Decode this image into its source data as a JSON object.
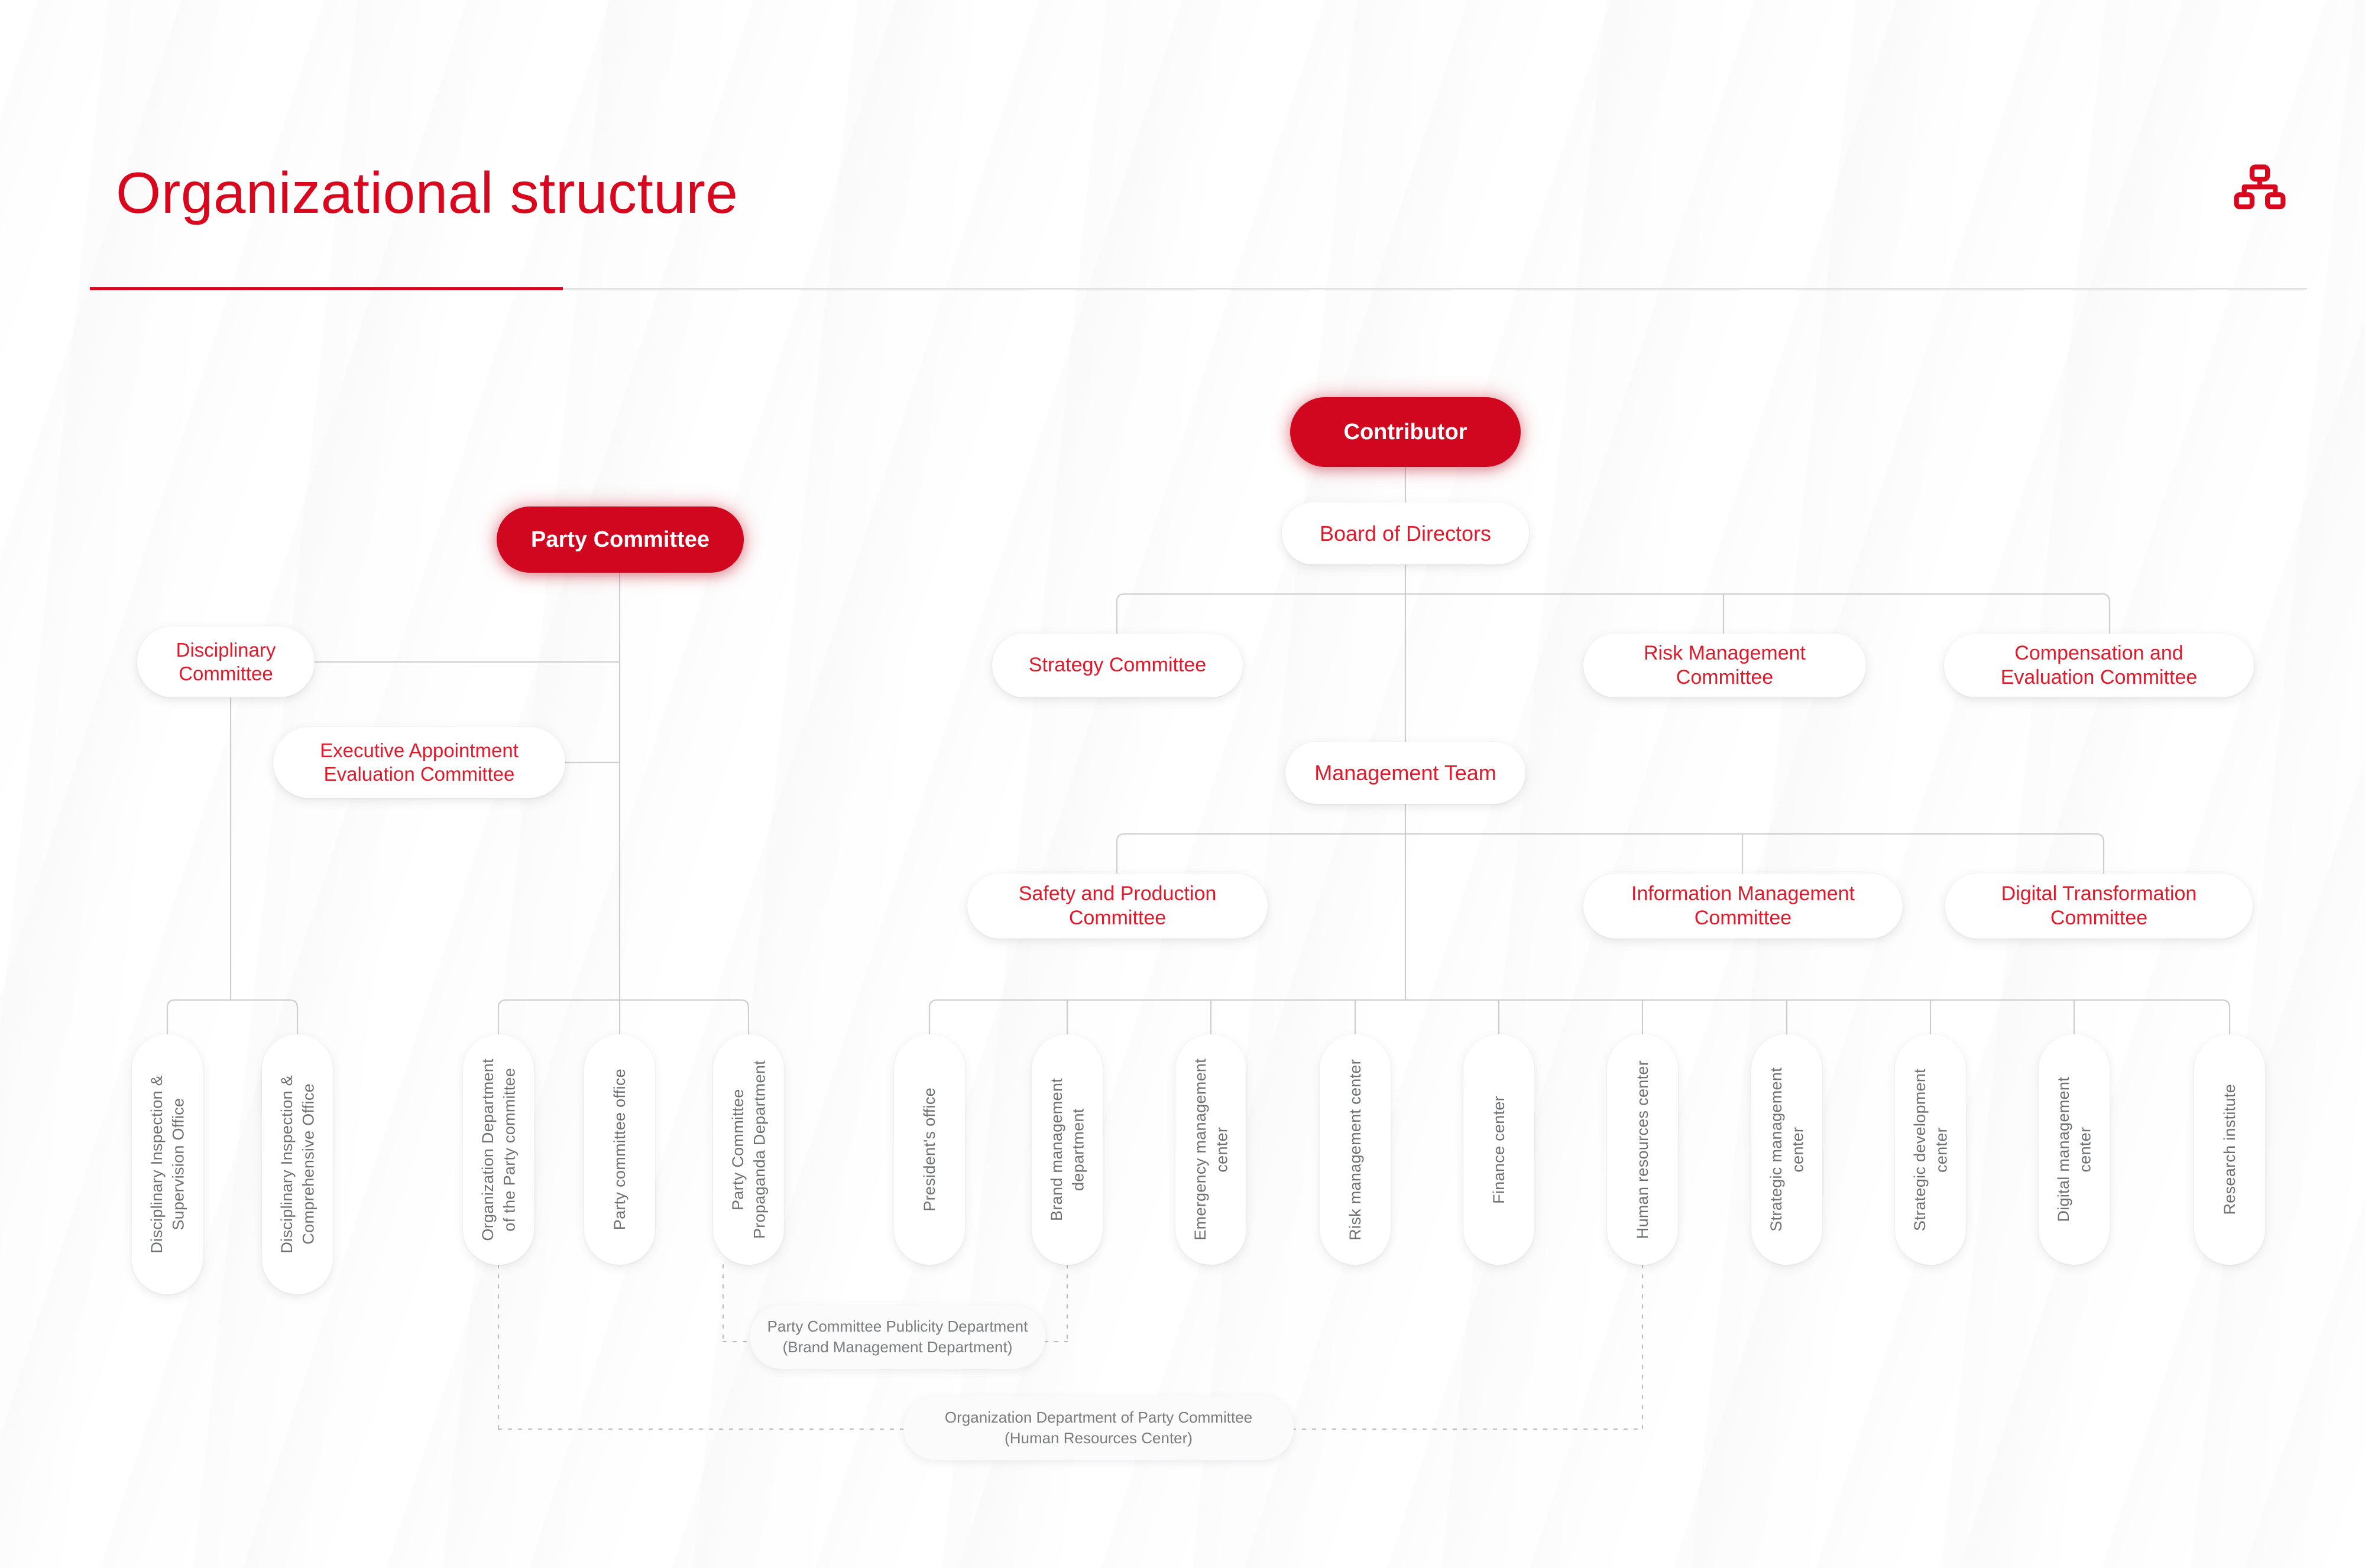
{
  "header": {
    "title": "Organizational structure",
    "icon": "sitemap-icon",
    "accent_color": "#d9071e",
    "rule_color_grey": "#e2e2e2"
  },
  "chart_data": {
    "type": "diagram",
    "title": "Organizational structure",
    "roots": [
      "Party Committee",
      "Contributor"
    ],
    "nodes": {
      "contributor": "Contributor",
      "board_of_directors": "Board of Directors",
      "management_team": "Management Team",
      "party_committee": "Party Committee"
    },
    "board_committees": [
      "Strategy Committee",
      "Risk Management Committee",
      "Compensation and Evaluation Committee"
    ],
    "management_committees": [
      "Safety and Production Committee",
      "Information Management Committee",
      "Digital Transformation Committee"
    ],
    "party_committees": [
      "Disciplinary Committee",
      "Executive Appointment Evaluation Committee"
    ],
    "departments": [
      "Disciplinary Inspection & Supervision Office",
      "Disciplinary Inspection & Comprehensive Office",
      "Organization Department of the Party Committee",
      "Party committee office",
      "Party Committee Propaganda Department",
      "President's office",
      "Brand management department",
      "Emergency management center",
      "Risk management center",
      "Finance center",
      "Human resources center",
      "Strategic management center",
      "Strategic development center",
      "Digital management center",
      "Research institute"
    ],
    "dashed_groups": [
      "Party Committee Publicity Department (Brand Management Department)",
      "Organization Department of Party Committee (Human Resources Center)"
    ]
  },
  "nodes": {
    "contributor": {
      "label": "Contributor"
    },
    "board_of_directors": {
      "label": "Board of Directors"
    },
    "management_team": {
      "label": "Management Team"
    },
    "party_committee": {
      "label": "Party Committee"
    },
    "disciplinary_committee": {
      "label": "Disciplinary\nCommittee"
    },
    "executive_appointment": {
      "label": "Executive Appointment\nEvaluation Committee"
    },
    "strategy_committee": {
      "label": "Strategy Committee"
    },
    "risk_management_committee": {
      "label": "Risk Management\nCommittee"
    },
    "compensation_committee": {
      "label": "Compensation and\nEvaluation Committee"
    },
    "safety_production_committee": {
      "label": "Safety and Production\nCommittee"
    },
    "information_management_committee": {
      "label": "Information Management\nCommittee"
    },
    "digital_transformation_committee": {
      "label": "Digital Transformation\nCommittee"
    }
  },
  "leaves": [
    {
      "id": "disciplinary-inspection-supervision-office",
      "label": "Disciplinary Inspection &\nSupervision Office"
    },
    {
      "id": "disciplinary-inspection-comprehensive-office",
      "label": "Disciplinary Inspection &\nComprehensive Office"
    },
    {
      "id": "organization-department-of-the-party-committee",
      "label": "Organization Department\nof the Party committee"
    },
    {
      "id": "party-committee-office",
      "label": "Party committee office"
    },
    {
      "id": "party-committee-propaganda-department",
      "label": "Party Committee\nPropaganda Department"
    },
    {
      "id": "presidents-office",
      "label": "President's office"
    },
    {
      "id": "brand-management-department",
      "label": "Brand management\ndepartment"
    },
    {
      "id": "emergency-management-center",
      "label": "Emergency management\ncenter"
    },
    {
      "id": "risk-management-center",
      "label": "Risk management center"
    },
    {
      "id": "finance-center",
      "label": "Finance center"
    },
    {
      "id": "human-resources-center",
      "label": "Human resources center"
    },
    {
      "id": "strategic-management-center",
      "label": "Strategic management\ncenter"
    },
    {
      "id": "strategic-development-center",
      "label": "Strategic development\ncenter"
    },
    {
      "id": "digital-management-center",
      "label": "Digital management\ncenter"
    },
    {
      "id": "research-institute",
      "label": "Research institute"
    }
  ],
  "dashed": {
    "publicity": {
      "label": "Party Committee Publicity Department\n(Brand Management Department)"
    },
    "organization": {
      "label": "Organization Department of Party Committee\n(Human Resources Center)"
    }
  }
}
